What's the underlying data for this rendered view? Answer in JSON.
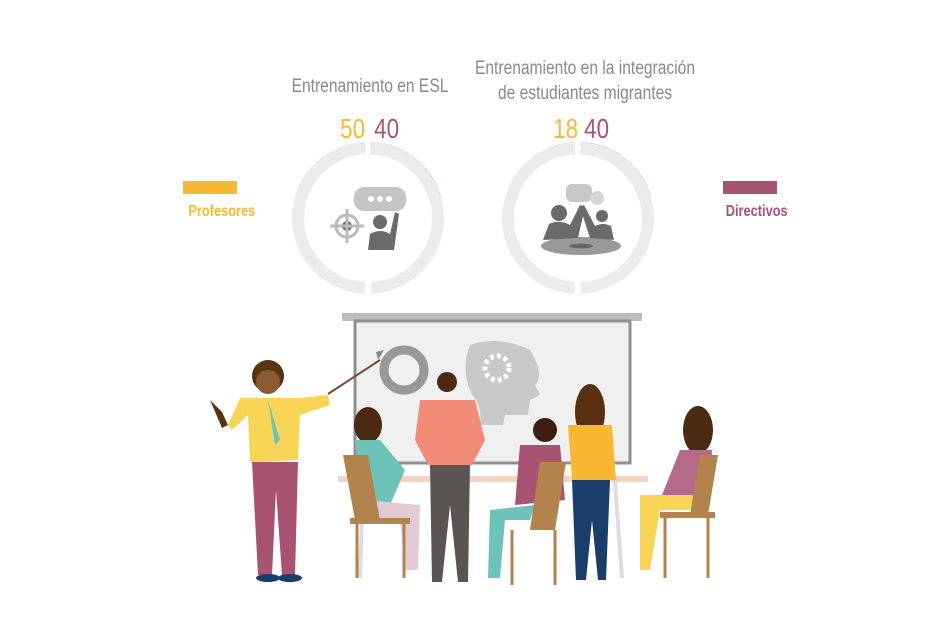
{
  "chart_data": [
    {
      "type": "donut-gauge",
      "title": "Entrenamiento en  ESL",
      "series": [
        {
          "name": "Profesores",
          "value": 50
        },
        {
          "name": "Directivos",
          "value": 40
        }
      ],
      "max_per_half": 100,
      "icon": "target-presenter-icon"
    },
    {
      "type": "donut-gauge",
      "title_lines": [
        "Entrenamiento en  la integración",
        "de estudiantes migrantes"
      ],
      "series": [
        {
          "name": "Profesores",
          "value": 18
        },
        {
          "name": "Directivos",
          "value": 40
        }
      ],
      "max_per_half": 100,
      "icon": "team-meeting-icon"
    }
  ],
  "legend": {
    "profesores": {
      "label": "Profesores",
      "color": "#f8b833"
    },
    "directivos": {
      "label": "Directivos",
      "color": "#a85372"
    }
  },
  "colors": {
    "track": "#ececec",
    "text": "#8a8a8a"
  }
}
